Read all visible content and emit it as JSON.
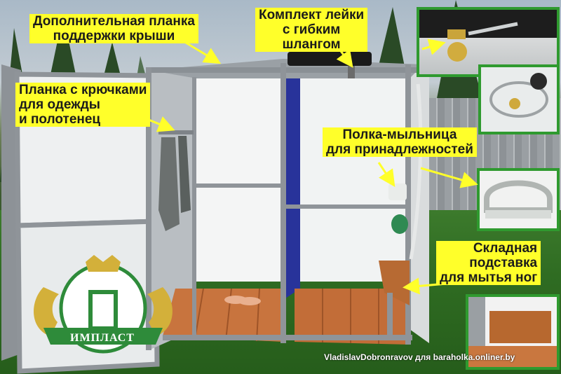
{
  "labels": {
    "roof_support": [
      "Дополнительная планка",
      "поддержки крыши"
    ],
    "watering_can": [
      "Комплект лейки",
      "с гибким",
      "шлангом"
    ],
    "hooks_bar": [
      "Планка с крючками",
      "для одежды",
      "и полотенец"
    ],
    "soap_shelf": [
      "Полка-мыльница",
      "для принадлежностей"
    ],
    "foot_stand": [
      "Складная",
      "подставка",
      "для мытья ног"
    ]
  },
  "logo": {
    "text": "ИМПЛАСТ"
  },
  "watermark": "VladislavDobronravov для baraholka.onliner.by",
  "colors": {
    "label_bg": "#ffff2a",
    "inset_border": "#2f9a2f",
    "floor": "#c8743e",
    "wall_blue": "#28339a",
    "frame": "#8f9499"
  }
}
